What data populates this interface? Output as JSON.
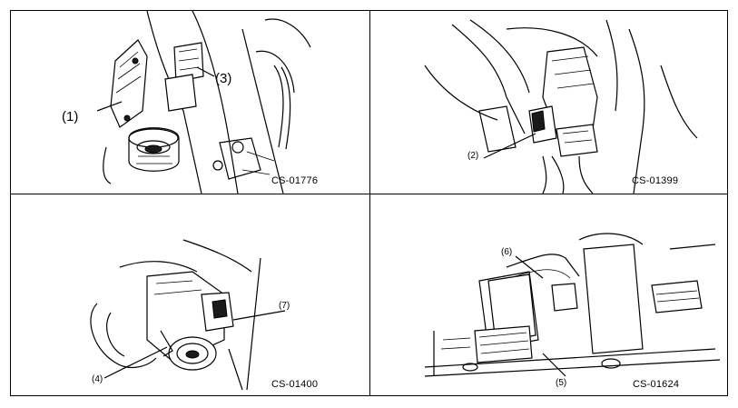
{
  "panels": [
    {
      "code": "CS-01776",
      "callouts": [
        {
          "label": "(1)"
        },
        {
          "label": "(3)"
        }
      ]
    },
    {
      "code": "CS-01399",
      "callouts": [
        {
          "label": "(2)"
        }
      ]
    },
    {
      "code": "CS-01400",
      "callouts": [
        {
          "label": "(4)"
        },
        {
          "label": "(7)"
        }
      ]
    },
    {
      "code": "CS-01624",
      "callouts": [
        {
          "label": "(6)"
        },
        {
          "label": "(5)"
        }
      ]
    }
  ]
}
